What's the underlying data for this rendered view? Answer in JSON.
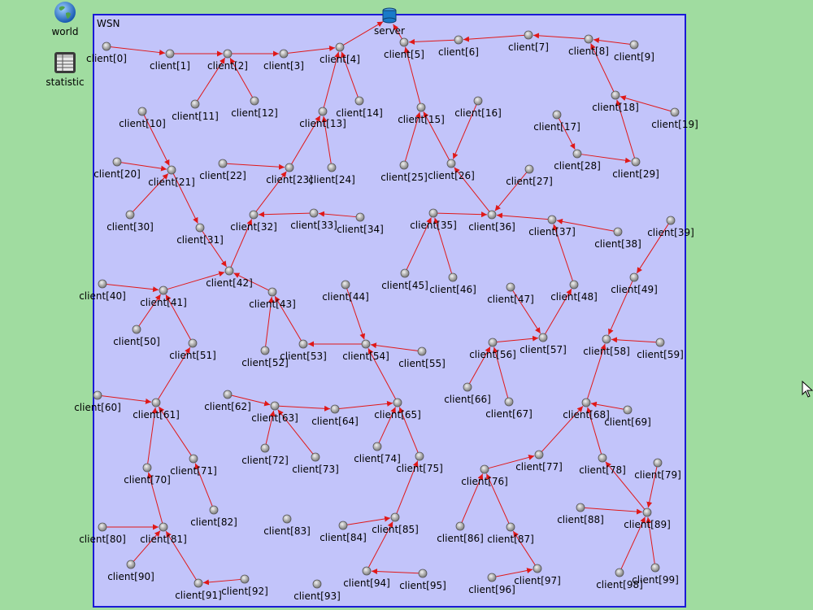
{
  "sidebar": {
    "world_label": "world",
    "statistic_label": "statistic"
  },
  "network": {
    "name": "WSN",
    "server_label": "server",
    "colors": {
      "background": "#a0dca0",
      "area_fill": "#c2c4fa",
      "area_border": "#1a1ad6",
      "edge": "#e01818",
      "node": "#9a9a9a",
      "server": "#1a7ac8"
    },
    "nodes": [
      {
        "id": 0,
        "label": "client[0]"
      },
      {
        "id": 1,
        "label": "client[1]"
      },
      {
        "id": 2,
        "label": "client[2]"
      },
      {
        "id": 3,
        "label": "client[3]"
      },
      {
        "id": 4,
        "label": "client[4]"
      },
      {
        "id": 5,
        "label": "client[5]"
      },
      {
        "id": 6,
        "label": "client[6]"
      },
      {
        "id": 7,
        "label": "client[7]"
      },
      {
        "id": 8,
        "label": "client[8]"
      },
      {
        "id": 9,
        "label": "client[9]"
      },
      {
        "id": 10,
        "label": "client[10]"
      },
      {
        "id": 11,
        "label": "client[11]"
      },
      {
        "id": 12,
        "label": "client[12]"
      },
      {
        "id": 13,
        "label": "client[13]"
      },
      {
        "id": 14,
        "label": "client[14]"
      },
      {
        "id": 15,
        "label": "client[15]"
      },
      {
        "id": 16,
        "label": "client[16]"
      },
      {
        "id": 17,
        "label": "client[17]"
      },
      {
        "id": 18,
        "label": "client[18]"
      },
      {
        "id": 19,
        "label": "client[19]"
      },
      {
        "id": 20,
        "label": "client[20]"
      },
      {
        "id": 21,
        "label": "client[21]"
      },
      {
        "id": 22,
        "label": "client[22]"
      },
      {
        "id": 23,
        "label": "client[23]"
      },
      {
        "id": 24,
        "label": "client[24]"
      },
      {
        "id": 25,
        "label": "client[25]"
      },
      {
        "id": 26,
        "label": "client[26]"
      },
      {
        "id": 27,
        "label": "client[27]"
      },
      {
        "id": 28,
        "label": "client[28]"
      },
      {
        "id": 29,
        "label": "client[29]"
      },
      {
        "id": 30,
        "label": "client[30]"
      },
      {
        "id": 31,
        "label": "client[31]"
      },
      {
        "id": 32,
        "label": "client[32]"
      },
      {
        "id": 33,
        "label": "client[33]"
      },
      {
        "id": 34,
        "label": "client[34]"
      },
      {
        "id": 35,
        "label": "client[35]"
      },
      {
        "id": 36,
        "label": "client[36]"
      },
      {
        "id": 37,
        "label": "client[37]"
      },
      {
        "id": 38,
        "label": "client[38]"
      },
      {
        "id": 39,
        "label": "client[39]"
      },
      {
        "id": 40,
        "label": "client[40]"
      },
      {
        "id": 41,
        "label": "client[41]"
      },
      {
        "id": 42,
        "label": "client[42]"
      },
      {
        "id": 43,
        "label": "client[43]"
      },
      {
        "id": 44,
        "label": "client[44]"
      },
      {
        "id": 45,
        "label": "client[45]"
      },
      {
        "id": 46,
        "label": "client[46]"
      },
      {
        "id": 47,
        "label": "client[47]"
      },
      {
        "id": 48,
        "label": "client[48]"
      },
      {
        "id": 49,
        "label": "client[49]"
      },
      {
        "id": 50,
        "label": "client[50]"
      },
      {
        "id": 51,
        "label": "client[51]"
      },
      {
        "id": 52,
        "label": "client[52]"
      },
      {
        "id": 53,
        "label": "client[53]"
      },
      {
        "id": 54,
        "label": "client[54]"
      },
      {
        "id": 55,
        "label": "client[55]"
      },
      {
        "id": 56,
        "label": "client[56]"
      },
      {
        "id": 57,
        "label": "client[57]"
      },
      {
        "id": 58,
        "label": "client[58]"
      },
      {
        "id": 59,
        "label": "client[59]"
      },
      {
        "id": 60,
        "label": "client[60]"
      },
      {
        "id": 61,
        "label": "client[61]"
      },
      {
        "id": 62,
        "label": "client[62]"
      },
      {
        "id": 63,
        "label": "client[63]"
      },
      {
        "id": 64,
        "label": "client[64]"
      },
      {
        "id": 65,
        "label": "client[65]"
      },
      {
        "id": 66,
        "label": "client[66]"
      },
      {
        "id": 67,
        "label": "client[67]"
      },
      {
        "id": 68,
        "label": "client[68]"
      },
      {
        "id": 69,
        "label": "client[69]"
      },
      {
        "id": 70,
        "label": "client[70]"
      },
      {
        "id": 71,
        "label": "client[71]"
      },
      {
        "id": 72,
        "label": "client[72]"
      },
      {
        "id": 73,
        "label": "client[73]"
      },
      {
        "id": 74,
        "label": "client[74]"
      },
      {
        "id": 75,
        "label": "client[75]"
      },
      {
        "id": 76,
        "label": "client[76]"
      },
      {
        "id": 77,
        "label": "client[77]"
      },
      {
        "id": 78,
        "label": "client[78]"
      },
      {
        "id": 79,
        "label": "client[79]"
      },
      {
        "id": 80,
        "label": "client[80]"
      },
      {
        "id": 81,
        "label": "client[81]"
      },
      {
        "id": 82,
        "label": "client[82]"
      },
      {
        "id": 83,
        "label": "client[83]"
      },
      {
        "id": 84,
        "label": "client[84]"
      },
      {
        "id": 85,
        "label": "client[85]"
      },
      {
        "id": 86,
        "label": "client[86]"
      },
      {
        "id": 87,
        "label": "client[87]"
      },
      {
        "id": 88,
        "label": "client[88]"
      },
      {
        "id": 89,
        "label": "client[89]"
      },
      {
        "id": 90,
        "label": "client[90]"
      },
      {
        "id": 91,
        "label": "client[91]"
      },
      {
        "id": 92,
        "label": "client[92]"
      },
      {
        "id": 93,
        "label": "client[93]"
      },
      {
        "id": 94,
        "label": "client[94]"
      },
      {
        "id": 95,
        "label": "client[95]"
      },
      {
        "id": 96,
        "label": "client[96]"
      },
      {
        "id": 97,
        "label": "client[97]"
      },
      {
        "id": 98,
        "label": "client[98]"
      },
      {
        "id": 99,
        "label": "client[99]"
      }
    ],
    "links": [
      [
        0,
        1
      ],
      [
        1,
        2
      ],
      [
        2,
        3
      ],
      [
        3,
        4
      ],
      [
        4,
        "server"
      ],
      [
        11,
        2
      ],
      [
        12,
        2
      ],
      [
        13,
        4
      ],
      [
        14,
        4
      ],
      [
        24,
        13
      ],
      [
        23,
        13
      ],
      [
        5,
        "server"
      ],
      [
        6,
        5
      ],
      [
        7,
        6
      ],
      [
        8,
        7
      ],
      [
        9,
        8
      ],
      [
        15,
        5
      ],
      [
        25,
        15
      ],
      [
        26,
        15
      ],
      [
        16,
        26
      ],
      [
        36,
        26
      ],
      [
        18,
        8
      ],
      [
        19,
        18
      ],
      [
        29,
        18
      ],
      [
        28,
        29
      ],
      [
        17,
        28
      ],
      [
        27,
        36
      ],
      [
        35,
        36
      ],
      [
        45,
        35
      ],
      [
        46,
        35
      ],
      [
        37,
        36
      ],
      [
        38,
        37
      ],
      [
        48,
        37
      ],
      [
        10,
        21
      ],
      [
        20,
        21
      ],
      [
        30,
        21
      ],
      [
        21,
        31
      ],
      [
        31,
        42
      ],
      [
        22,
        23
      ],
      [
        32,
        23
      ],
      [
        33,
        32
      ],
      [
        34,
        33
      ],
      [
        42,
        32
      ],
      [
        41,
        42
      ],
      [
        40,
        41
      ],
      [
        50,
        41
      ],
      [
        51,
        41
      ],
      [
        61,
        51
      ],
      [
        43,
        42
      ],
      [
        52,
        43
      ],
      [
        53,
        43
      ],
      [
        54,
        53
      ],
      [
        44,
        54
      ],
      [
        55,
        54
      ],
      [
        65,
        54
      ],
      [
        64,
        65
      ],
      [
        63,
        64
      ],
      [
        62,
        63
      ],
      [
        72,
        63
      ],
      [
        73,
        63
      ],
      [
        74,
        65
      ],
      [
        75,
        65
      ],
      [
        85,
        75
      ],
      [
        84,
        85
      ],
      [
        94,
        85
      ],
      [
        95,
        94
      ],
      [
        60,
        61
      ],
      [
        70,
        61
      ],
      [
        71,
        61
      ],
      [
        82,
        71
      ],
      [
        81,
        70
      ],
      [
        80,
        81
      ],
      [
        90,
        81
      ],
      [
        91,
        81
      ],
      [
        92,
        91
      ],
      [
        49,
        58
      ],
      [
        39,
        49
      ],
      [
        59,
        58
      ],
      [
        68,
        58
      ],
      [
        69,
        68
      ],
      [
        78,
        68
      ],
      [
        77,
        68
      ],
      [
        76,
        77
      ],
      [
        86,
        76
      ],
      [
        87,
        76
      ],
      [
        97,
        87
      ],
      [
        96,
        97
      ],
      [
        89,
        78
      ],
      [
        88,
        89
      ],
      [
        79,
        89
      ],
      [
        98,
        89
      ],
      [
        99,
        89
      ],
      [
        57,
        48
      ],
      [
        47,
        57
      ],
      [
        56,
        57
      ],
      [
        66,
        56
      ],
      [
        67,
        56
      ]
    ]
  }
}
